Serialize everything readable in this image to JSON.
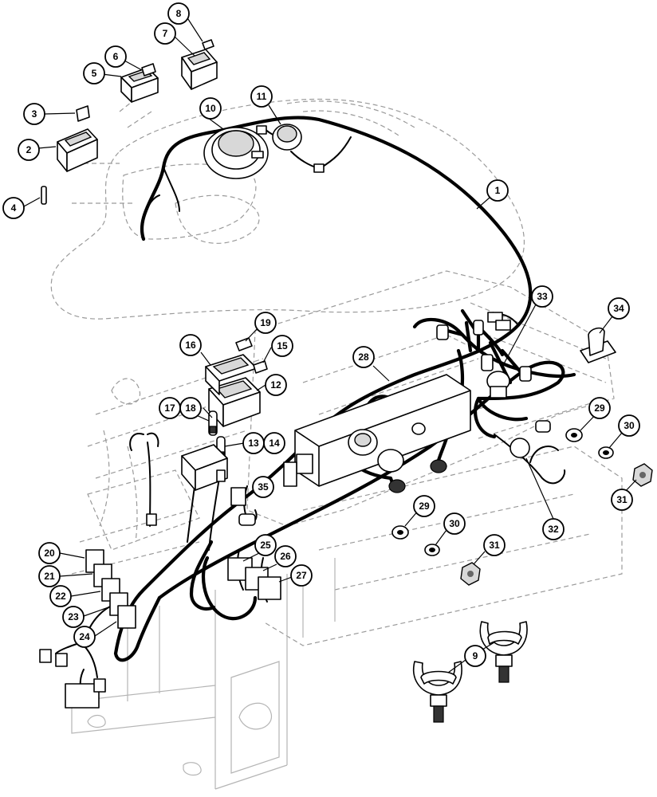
{
  "callouts": [
    {
      "id": "c1",
      "label": "1"
    },
    {
      "id": "c2",
      "label": "2"
    },
    {
      "id": "c3",
      "label": "3"
    },
    {
      "id": "c4",
      "label": "4"
    },
    {
      "id": "c5",
      "label": "5"
    },
    {
      "id": "c6",
      "label": "6"
    },
    {
      "id": "c7",
      "label": "7"
    },
    {
      "id": "c8",
      "label": "8"
    },
    {
      "id": "c9",
      "label": "9"
    },
    {
      "id": "c10",
      "label": "10"
    },
    {
      "id": "c11",
      "label": "11"
    },
    {
      "id": "c12",
      "label": "12"
    },
    {
      "id": "c13",
      "label": "13"
    },
    {
      "id": "c14",
      "label": "14"
    },
    {
      "id": "c15",
      "label": "15"
    },
    {
      "id": "c16",
      "label": "16"
    },
    {
      "id": "c17",
      "label": "17"
    },
    {
      "id": "c18",
      "label": "18"
    },
    {
      "id": "c19",
      "label": "19"
    },
    {
      "id": "c20",
      "label": "20"
    },
    {
      "id": "c21",
      "label": "21"
    },
    {
      "id": "c22",
      "label": "22"
    },
    {
      "id": "c23",
      "label": "23"
    },
    {
      "id": "c24",
      "label": "24"
    },
    {
      "id": "c25",
      "label": "25"
    },
    {
      "id": "c26",
      "label": "26"
    },
    {
      "id": "c27",
      "label": "27"
    },
    {
      "id": "c28",
      "label": "28"
    },
    {
      "id": "c29a",
      "label": "29"
    },
    {
      "id": "c29b",
      "label": "29"
    },
    {
      "id": "c30a",
      "label": "30"
    },
    {
      "id": "c30b",
      "label": "30"
    },
    {
      "id": "c31a",
      "label": "31"
    },
    {
      "id": "c31b",
      "label": "31"
    },
    {
      "id": "c32",
      "label": "32"
    },
    {
      "id": "c33",
      "label": "33"
    },
    {
      "id": "c34",
      "label": "34"
    },
    {
      "id": "c35",
      "label": "35"
    }
  ]
}
